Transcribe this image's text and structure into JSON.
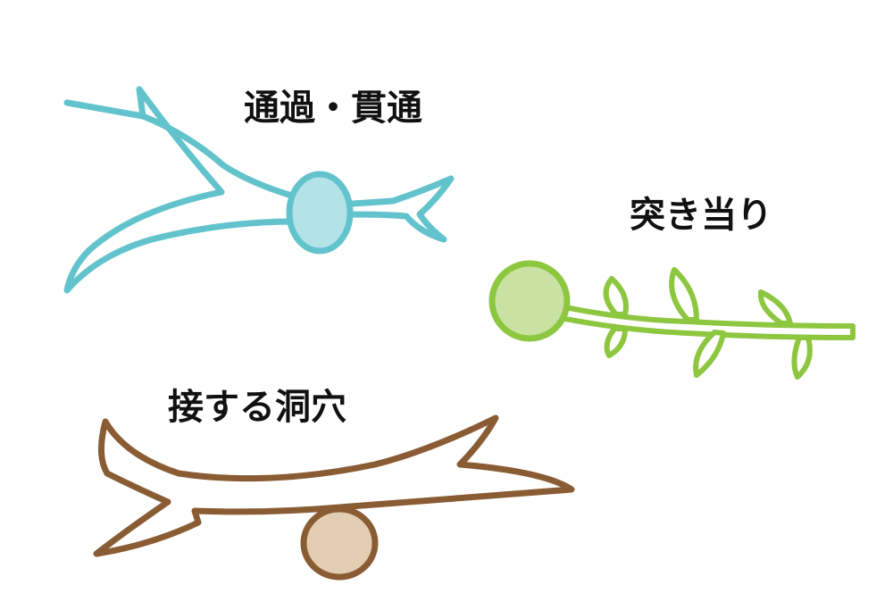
{
  "labels": {
    "passage": "通過・貫通",
    "dead_end": "突き当り",
    "adjacent_cave": "接する洞穴"
  },
  "colors": {
    "teal_stroke": "#62c3cd",
    "teal_fill": "#b3e2e7",
    "green_stroke": "#8dc63f",
    "green_fill": "#c9e1a3",
    "brown_stroke": "#8a5c34",
    "brown_fill": "#e3cdb3"
  }
}
